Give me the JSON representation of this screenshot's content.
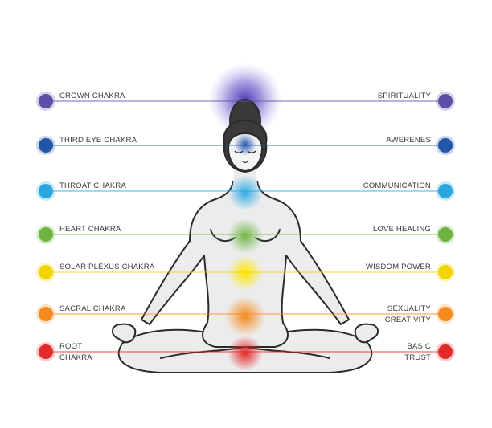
{
  "chakras": [
    {
      "key": "crown",
      "color": "#5b4fa8",
      "left_lines": [
        "CROWN CHAKRA"
      ],
      "right_lines": [
        "SPIRITUALITY"
      ]
    },
    {
      "key": "third-eye",
      "color": "#2257a8",
      "left_lines": [
        "THIRD EYE CHAKRA"
      ],
      "right_lines": [
        "AWERENES"
      ]
    },
    {
      "key": "throat",
      "color": "#2aa7de",
      "left_lines": [
        "THROAT CHAKRA"
      ],
      "right_lines": [
        "COMMUNICATION"
      ]
    },
    {
      "key": "heart",
      "color": "#6db33f",
      "left_lines": [
        "HEART CHAKRA"
      ],
      "right_lines": [
        "LOVE HEALING"
      ]
    },
    {
      "key": "solar-plexus",
      "color": "#f2d400",
      "left_lines": [
        "SOLAR PLEXUS CHAKRA"
      ],
      "right_lines": [
        "WISDOM POWER"
      ]
    },
    {
      "key": "sacral",
      "color": "#f58a1f",
      "left_lines": [
        "SACRAL CHAKRA"
      ],
      "right_lines": [
        "SEXUALITY",
        "CREATIVITY"
      ]
    },
    {
      "key": "root",
      "color": "#e32a2a",
      "left_lines": [
        "ROOT",
        "CHAKRA"
      ],
      "right_lines": [
        "BASIC",
        "TRUST"
      ]
    }
  ]
}
